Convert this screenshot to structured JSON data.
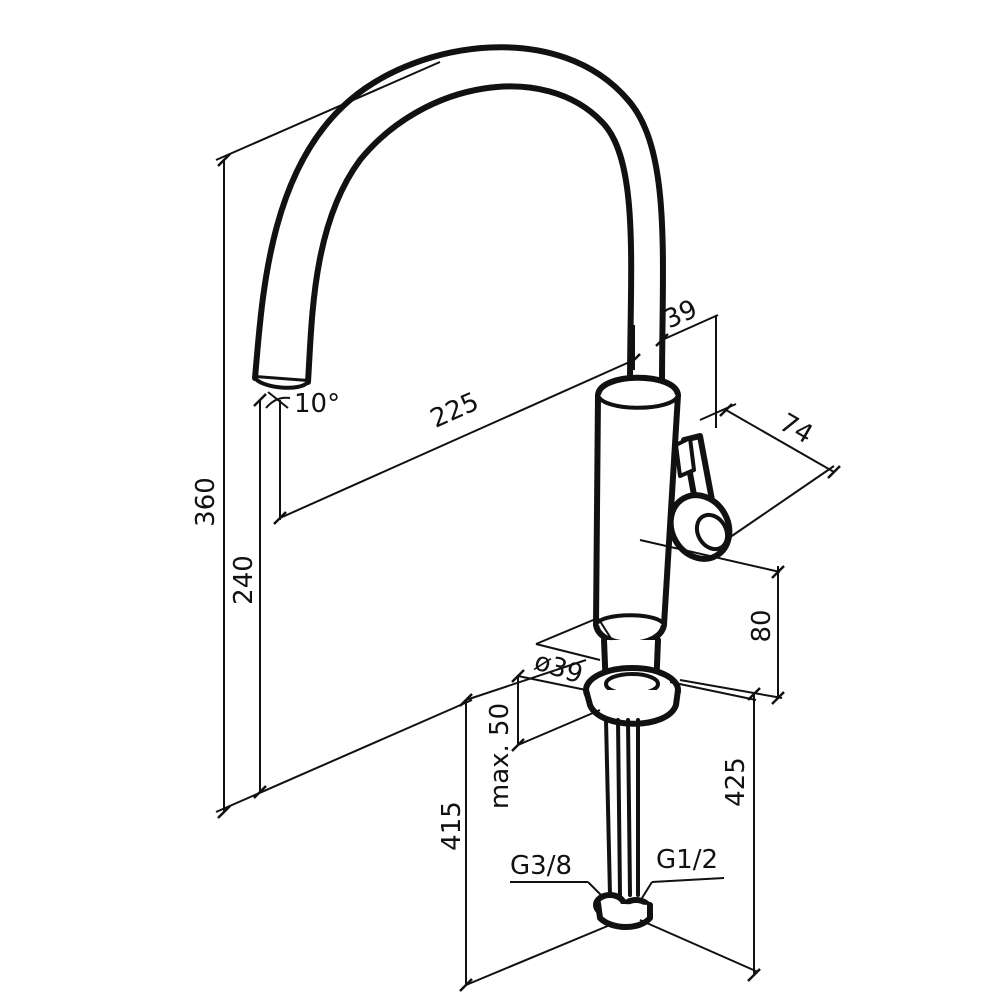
{
  "drawing": {
    "dimensions": {
      "overall_height": "360",
      "spout_height": "240",
      "spout_reach": "225",
      "spout_angle": "10°",
      "spout_diameter": "39",
      "handle_depth": "74",
      "handle_height": "80",
      "base_diameter": "ø39",
      "max_deck_thickness": "max. 50",
      "hose_length_left": "415",
      "hose_length_right": "425",
      "connection_left": "G3/8",
      "connection_right": "G1/2"
    }
  }
}
